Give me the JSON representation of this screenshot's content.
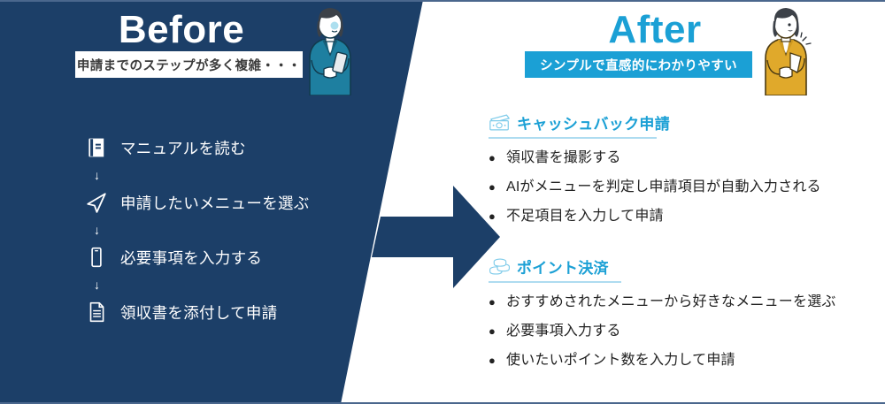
{
  "colors": {
    "navy": "#1C3F68",
    "cyan": "#1BA0D5",
    "cyan_underline": "#AEDCF0",
    "white": "#FFFFFF",
    "body_text": "#222222",
    "banner_text": "#3B3B3B",
    "teal_suit": "#1E7FA0",
    "yellow_suit": "#E0A92B"
  },
  "before": {
    "title": "Before",
    "banner_text": "申請までのステップが多く複雑・・・",
    "figure_name": "woman-with-phone-illustration",
    "connector_glyph": "↓",
    "steps": [
      {
        "icon": "book-icon",
        "label": "マニュアルを読む"
      },
      {
        "icon": "paper-plane-icon",
        "label": "申請したいメニューを選ぶ"
      },
      {
        "icon": "smartphone-icon",
        "label": "必要事項を入力する"
      },
      {
        "icon": "document-icon",
        "label": "領収書を添付して申請"
      }
    ]
  },
  "after": {
    "title": "After",
    "banner_text": "シンプルで直感的にわかりやすい",
    "figure_name": "woman-celebrating-illustration",
    "bullet_glyph": "●",
    "sections": [
      {
        "icon": "banknote-icon",
        "title": "キャッシュバック申請",
        "items": [
          "領収書を撮影する",
          "AIがメニューを判定し申請項目が自動入力される",
          "不足項目を入力して申請"
        ]
      },
      {
        "icon": "coins-icon",
        "title": "ポイント決済",
        "items": [
          "おすすめされたメニューから好きなメニューを選ぶ",
          "必要事項入力する",
          "使いたいポイント数を入力して申請"
        ]
      }
    ]
  },
  "arrow": {
    "name": "transition-arrow",
    "direction": "right"
  }
}
